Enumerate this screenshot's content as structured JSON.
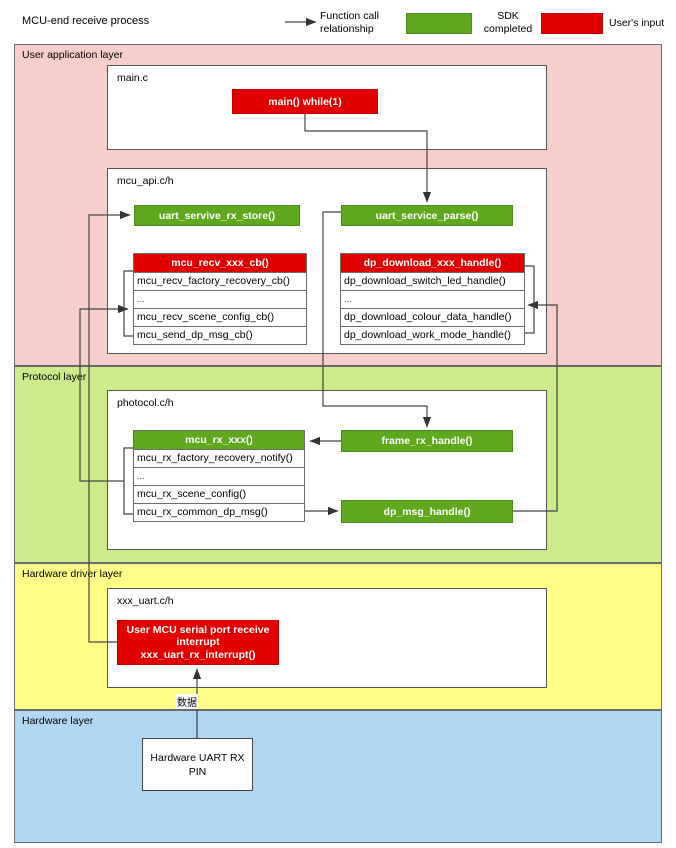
{
  "legend": {
    "title": "MCU-end receive process",
    "arrow_label": "Function call relationship",
    "green_label": "SDK completed",
    "red_label": "User's input",
    "green_color": "#5FA91F",
    "red_color": "#E00000"
  },
  "layers": {
    "user_application": {
      "label": "User application layer",
      "color": "#F8CECC"
    },
    "protocol": {
      "label": "Protocol layer",
      "color": "#CDEB8B"
    },
    "hardware_driver": {
      "label": "Hardware driver layer",
      "color": "#FFFF88"
    },
    "hardware": {
      "label": "Hardware layer",
      "color": "#B0D7F4"
    }
  },
  "files": {
    "main_c": "main.c",
    "mcu_api": "mcu_api.c/h",
    "photocol": "photocol.c/h",
    "xxx_uart": "xxx_uart.c/h"
  },
  "nodes": {
    "main_while": "main() while(1)",
    "uart_rx_store": "uart_servive_rx_store()",
    "uart_service_parse": "uart_service_parse()",
    "frame_rx_handle": "frame_rx_handle()",
    "dp_msg_handle": "dp_msg_handle()",
    "uart_interrupt_line1": "User MCU serial port receive",
    "uart_interrupt_line2": "interrupt",
    "uart_interrupt_line3": "xxx_uart_rx_interrupt()",
    "hw_pin_line1": "Hardware UART RX",
    "hw_pin_line2": "PIN"
  },
  "tables": {
    "mcu_recv": {
      "header": "mcu_recv_xxx_cb()",
      "rows": [
        "mcu_recv_factory_recovery_cb()",
        "...",
        "mcu_recv_scene_config_cb()",
        "mcu_send_dp_msg_cb()"
      ]
    },
    "dp_download": {
      "header": "dp_download_xxx_handle()",
      "rows": [
        "dp_download_switch_led_handle()",
        "...",
        "dp_download_colour_data_handle()",
        "dp_download_work_mode_handle()"
      ]
    },
    "mcu_rx": {
      "header": "mcu_rx_xxx()",
      "rows": [
        "mcu_rx_factory_recovery_notify()",
        "...",
        "mcu_rx_scene_config()",
        "mcu_rx_common_dp_msg()"
      ]
    }
  },
  "annotations": {
    "data_flow_label": "数据"
  }
}
